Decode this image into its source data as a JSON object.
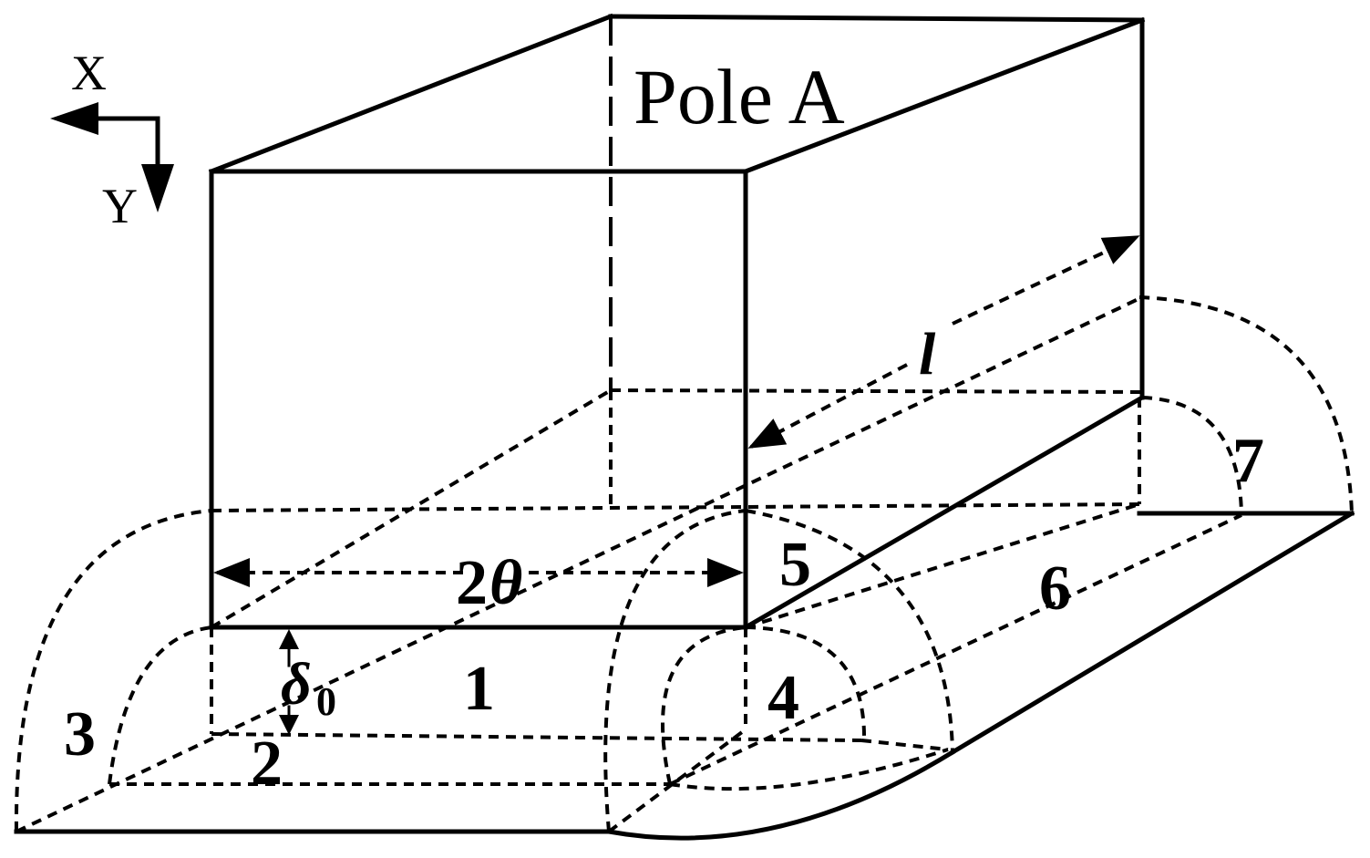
{
  "labels": {
    "pole": "Pole A",
    "axis_x": "X",
    "axis_y": "Y",
    "length": "l",
    "width_two": "2",
    "width_theta": "θ",
    "gap_delta": "δ",
    "gap_sub": "0",
    "region_1": "1",
    "region_2": "2",
    "region_3": "3",
    "region_4": "4",
    "region_5": "5",
    "region_6": "6",
    "region_7": "7"
  },
  "colors": {
    "stroke": "#000000",
    "background": "#ffffff"
  }
}
